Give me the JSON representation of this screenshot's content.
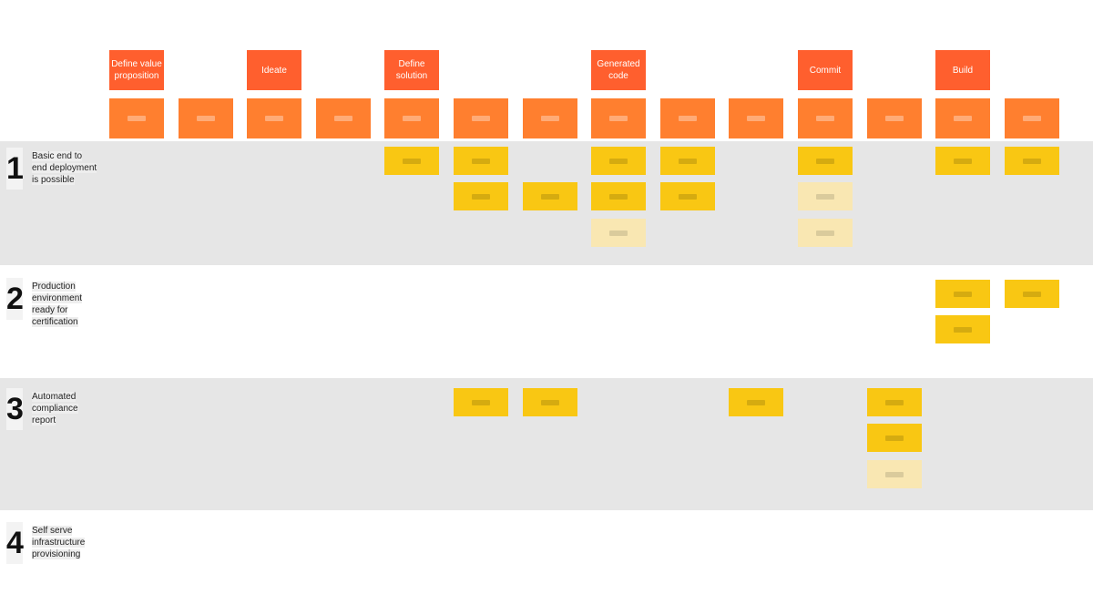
{
  "activities": [
    {
      "label": "Define value proposition",
      "col": 0
    },
    {
      "label": "Ideate",
      "col": 2
    },
    {
      "label": "Define solution",
      "col": 4
    },
    {
      "label": "Generated code",
      "col": 7
    },
    {
      "label": "Commit",
      "col": 10
    },
    {
      "label": "Build",
      "col": 12
    }
  ],
  "step_count": 14,
  "releases": [
    {
      "number": "1",
      "label": "Basic end to end deployment is possible",
      "shaded": true,
      "cards": [
        {
          "col": 4,
          "row": 0,
          "state": "strong"
        },
        {
          "col": 5,
          "row": 0,
          "state": "strong"
        },
        {
          "col": 7,
          "row": 0,
          "state": "strong"
        },
        {
          "col": 8,
          "row": 0,
          "state": "strong"
        },
        {
          "col": 10,
          "row": 0,
          "state": "strong"
        },
        {
          "col": 12,
          "row": 0,
          "state": "strong"
        },
        {
          "col": 13,
          "row": 0,
          "state": "strong"
        },
        {
          "col": 5,
          "row": 1,
          "state": "strong"
        },
        {
          "col": 6,
          "row": 1,
          "state": "strong"
        },
        {
          "col": 7,
          "row": 1,
          "state": "strong"
        },
        {
          "col": 8,
          "row": 1,
          "state": "strong"
        },
        {
          "col": 10,
          "row": 1,
          "state": "faded"
        },
        {
          "col": 7,
          "row": 2,
          "state": "faded"
        },
        {
          "col": 10,
          "row": 2,
          "state": "faded"
        }
      ]
    },
    {
      "number": "2",
      "label": "Production environment ready for certification",
      "shaded": false,
      "cards": [
        {
          "col": 12,
          "row": 0,
          "state": "strong"
        },
        {
          "col": 13,
          "row": 0,
          "state": "strong"
        },
        {
          "col": 12,
          "row": 1,
          "state": "strong"
        }
      ]
    },
    {
      "number": "3",
      "label": "Automated compliance report",
      "shaded": true,
      "cards": [
        {
          "col": 5,
          "row": 0,
          "state": "strong"
        },
        {
          "col": 6,
          "row": 0,
          "state": "strong"
        },
        {
          "col": 9,
          "row": 0,
          "state": "strong"
        },
        {
          "col": 11,
          "row": 0,
          "state": "strong"
        },
        {
          "col": 11,
          "row": 1,
          "state": "strong"
        },
        {
          "col": 11,
          "row": 2,
          "state": "faded"
        }
      ]
    },
    {
      "number": "4",
      "label": "Self serve infrastructure provisioning",
      "shaded": false,
      "cards": []
    }
  ],
  "colors": {
    "activity": "#ff5f2e",
    "step": "#ff7f2f",
    "card": "#f9c713",
    "card_faded": "#f9e7b2",
    "band": "#e6e6e6"
  }
}
